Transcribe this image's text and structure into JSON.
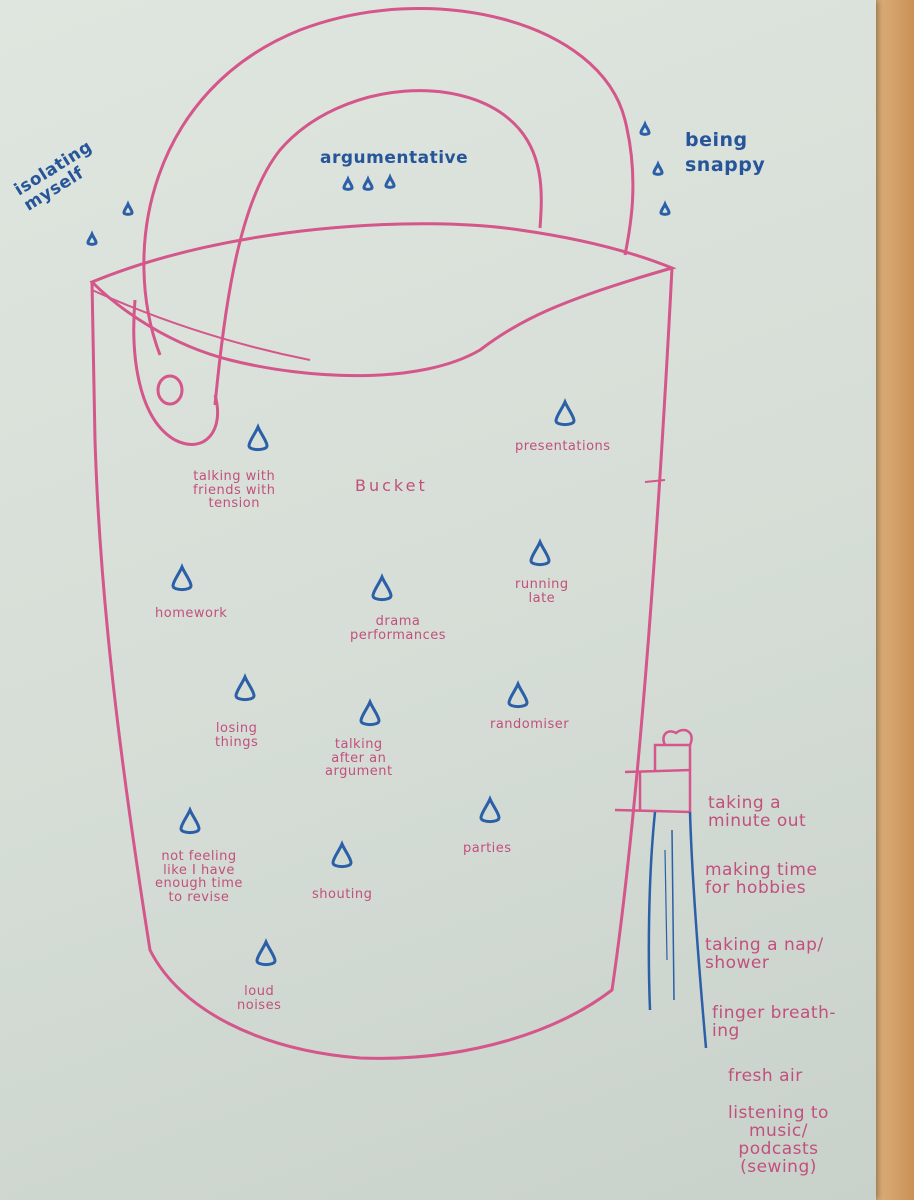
{
  "image": {
    "description_colors": {
      "ink_pink": "#d4568a",
      "ink_blue": "#2b5fa8",
      "paper": "#dde4dd"
    }
  },
  "bucket": {
    "title": "Bucket"
  },
  "overflow_behaviours": {
    "isolating": "isolating\nmyself",
    "argumentative": "argumentative",
    "snappy": "being\nsnappy"
  },
  "stressors": {
    "talking_tension": "talking with\nfriends with\ntension",
    "presentations": "presentations",
    "homework": "homework",
    "drama": "drama\nperformances",
    "running_late": "running\nlate",
    "losing_things": "losing\nthings",
    "talking_argument": "talking\nafter an\nargument",
    "randomiser": "randomiser",
    "not_feeling": "not feeling\nlike I have\nenough time\nto revise",
    "shouting": "shouting",
    "parties": "parties",
    "loud_noises": "loud\nnoises"
  },
  "coping": {
    "minute_out": "taking a\nminute out",
    "hobbies": "making time\nfor hobbies",
    "nap_shower": "taking a nap/\nshower",
    "finger_breathing": "finger breath-\ning",
    "fresh_air": "fresh air",
    "music": "listening to\nmusic/\npodcasts\n(sewing)"
  }
}
